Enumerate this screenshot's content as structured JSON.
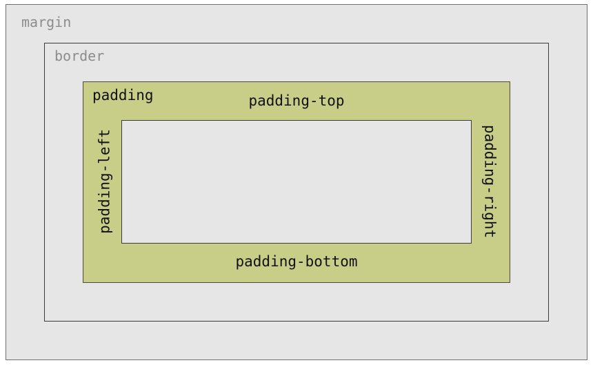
{
  "labels": {
    "margin": "margin",
    "border": "border",
    "padding": "padding",
    "padding_top": "padding-top",
    "padding_bottom": "padding-bottom",
    "padding_left": "padding-left",
    "padding_right": "padding-right"
  },
  "colors": {
    "margin_fill": "#e6e6e6",
    "padding_fill": "#c8cd87",
    "content_fill": "#e6e6e6",
    "muted_text": "#8c8c8c",
    "dark_text": "#111111"
  }
}
